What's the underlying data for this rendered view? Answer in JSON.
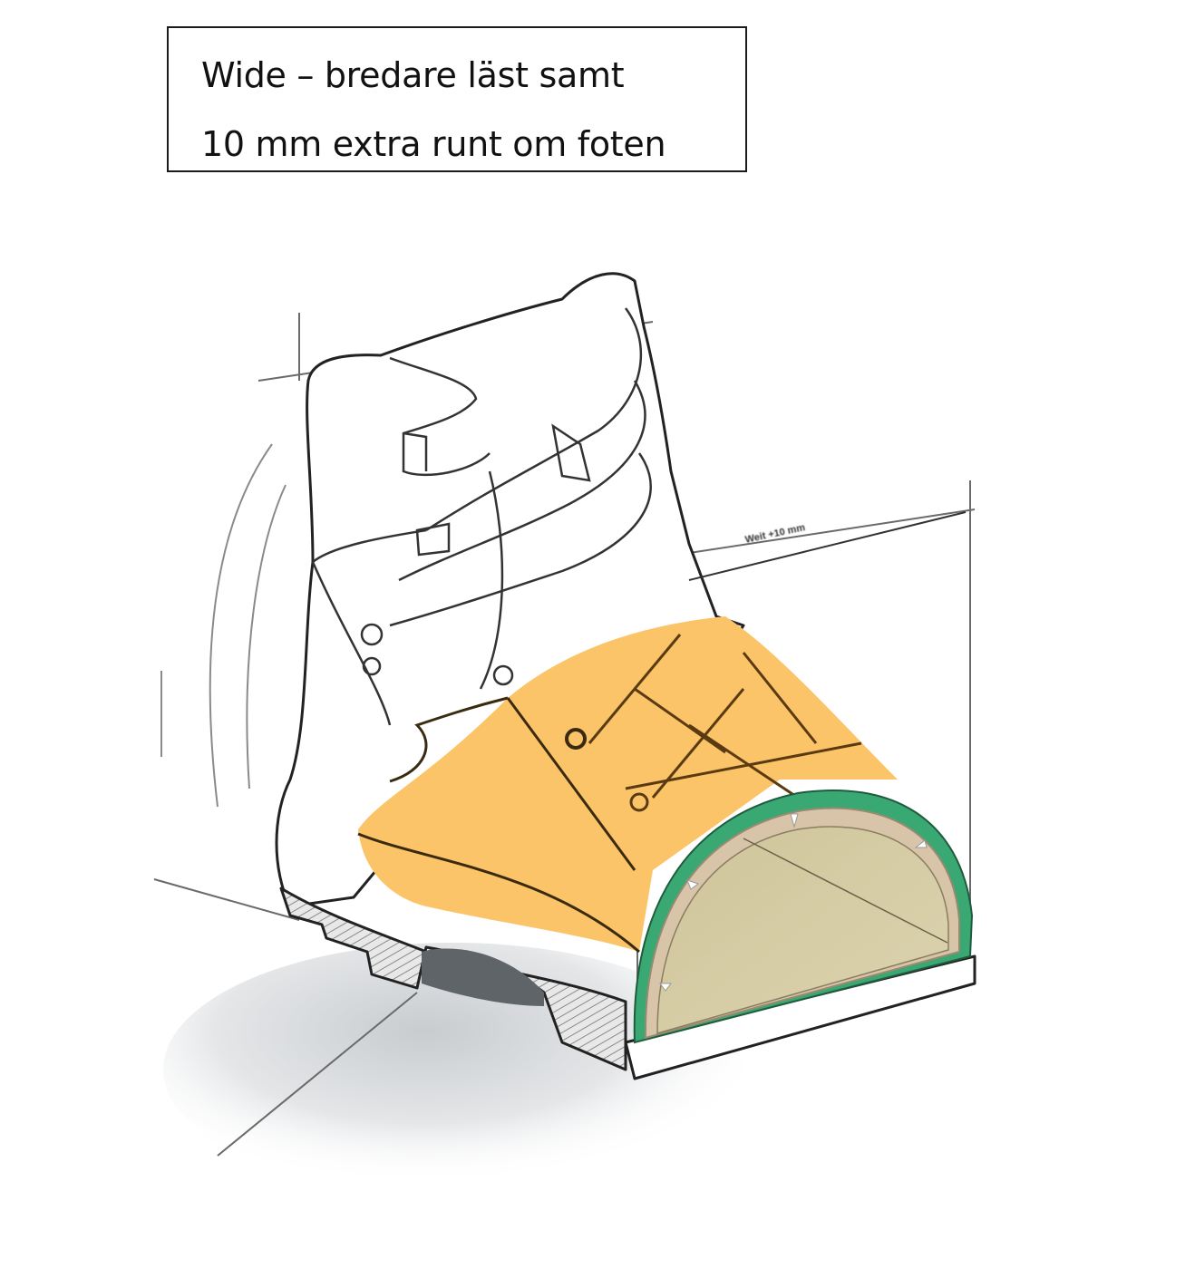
{
  "caption": {
    "line1": "Wide –  bredare läst samt",
    "line2": "10 mm extra runt om foten"
  },
  "illustration": {
    "subject": "hiking-boot-wide-fit-cross-section",
    "dimension_label": "Weit +10 mm",
    "colors": {
      "upper_highlight": "#FCC468",
      "wide_margin_band": "#3AA872",
      "cross_section_interior": "#D4CBA3",
      "sole_shadow": "#5E6468",
      "line_art": "#1E1E1E",
      "sketch_lines": "#7A7A7A"
    }
  }
}
